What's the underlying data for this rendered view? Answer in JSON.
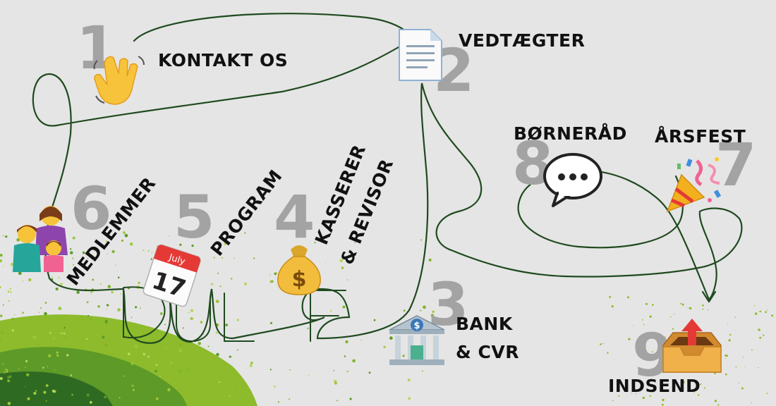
{
  "steps": [
    {
      "number": "1",
      "label": "KONTAKT OS",
      "icon": "waving-hand-icon"
    },
    {
      "number": "2",
      "label": "VEDTÆGTER",
      "icon": "document-icon"
    },
    {
      "number": "3",
      "label_line1": "BANK",
      "label_line2": "& CVR",
      "icon": "bank-icon"
    },
    {
      "number": "4",
      "label_line1": "KASSERER",
      "label_line2": "& REVISOR",
      "icon": "money-bag-icon"
    },
    {
      "number": "5",
      "label": "PROGRAM",
      "icon": "calendar-icon",
      "calendar_month": "July",
      "calendar_day": "17"
    },
    {
      "number": "6",
      "label": "MEDLEMMER",
      "icon": "family-icon"
    },
    {
      "number": "7",
      "label": "ÅRSFEST",
      "icon": "party-popper-icon"
    },
    {
      "number": "8",
      "label": "BØRNERÅD",
      "icon": "speech-bubble-icon"
    },
    {
      "number": "9",
      "label": "INDSEND",
      "icon": "outbox-tray-icon"
    }
  ],
  "logo_text": "DUF",
  "colors": {
    "background": "#e5e5e5",
    "line": "#1f4a1f",
    "number": "#a3a3a3",
    "label": "#111111",
    "grass_light": "#8dbb2c",
    "grass_dark": "#2e6a22"
  }
}
